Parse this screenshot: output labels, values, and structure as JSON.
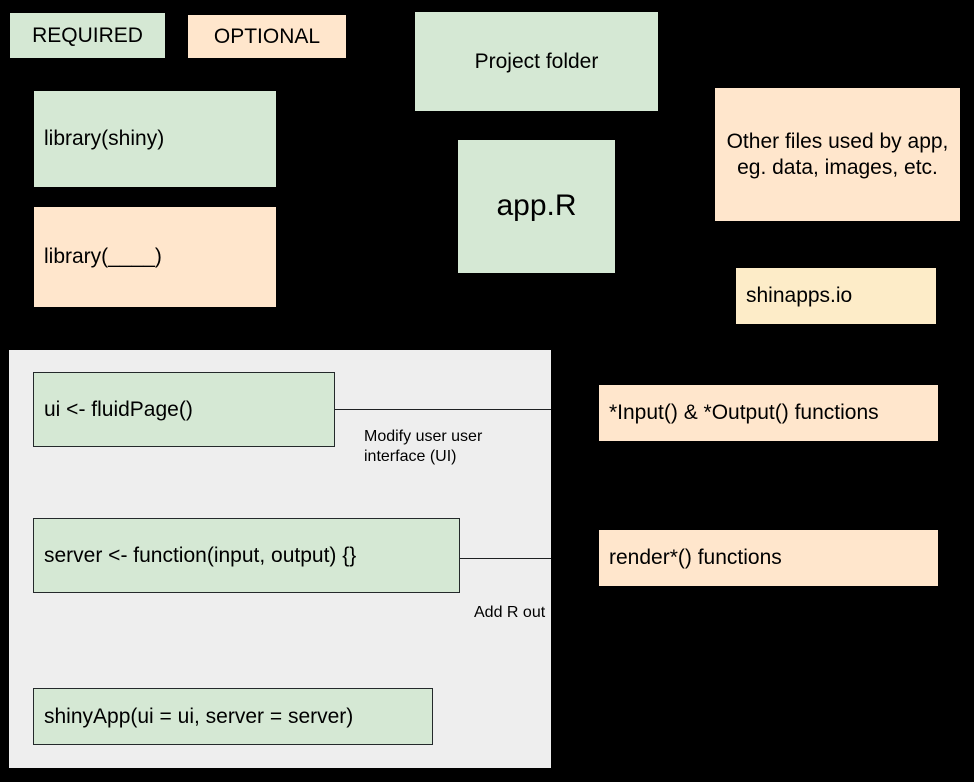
{
  "legend": {
    "required_label": "REQUIRED",
    "optional_label": "OPTIONAL",
    "required_color": "#d5e8d4",
    "optional_color": "#ffe6cc"
  },
  "boxes": {
    "library_shiny": "library(shiny)",
    "library_blank": "library(____)",
    "project_folder": "Project folder",
    "app_r": "app.R",
    "other_files": "Other files used by app, eg. data, images, etc.",
    "shinapps_io": "shinapps.io",
    "input_output_functions": "*Input() & *Output() functions",
    "render_functions": "render*() functions"
  },
  "app_panel": {
    "ui_box": "ui <- fluidPage()",
    "server_box": "server <- function(input, output) {}",
    "shinyapp_box": "shinyApp(ui = ui, server = server)",
    "note_ui": "Modify user user\ninterface (UI)",
    "note_server": "Add R out",
    "background_color": "#eeeeee"
  },
  "canvas": {
    "background_color": "#000000"
  }
}
